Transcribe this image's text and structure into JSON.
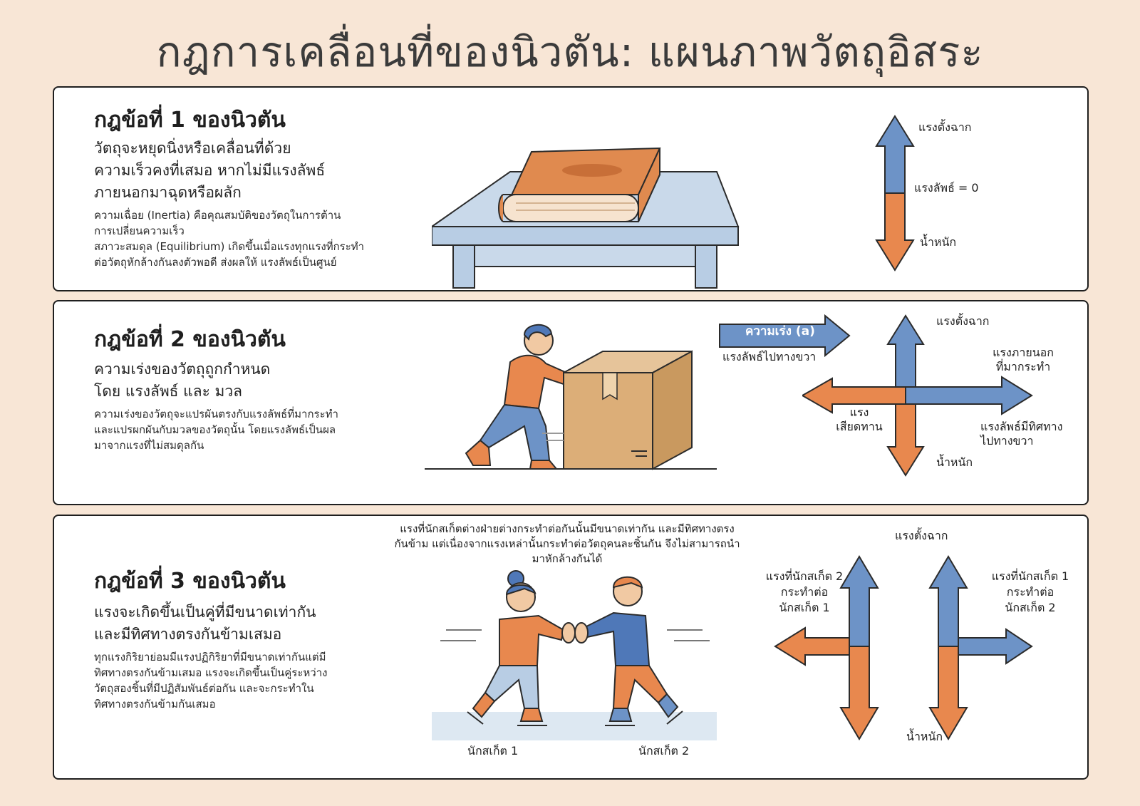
{
  "title": "กฎการเคลื่อนที่ของนิวตัน: แผนภาพวัตถุอิสระ",
  "colors": {
    "blue": "#6d93c7",
    "orange": "#e8884e",
    "background": "#f8e6d6",
    "panel": "#ffffff"
  },
  "law1": {
    "title": "กฎข้อที่ 1 ของนิวตัน",
    "subtitle": [
      "วัตถุจะหยุดนิ่งหรือเคลื่อนที่ด้วย",
      "ความเร็วคงที่เสมอ หากไม่มีแรงลัพธ์",
      "ภายนอกมาฉุดหรือผลัก"
    ],
    "body": [
      "ความเฉื่อย (Inertia) คือคุณสมบัติของวัตถุในการต้าน",
      "การเปลี่ยนความเร็ว",
      "สภาวะสมดุล (Equilibrium) เกิดขึ้นเมื่อแรงทุกแรงที่กระทำ",
      "ต่อวัตถุหักล้างกันลงตัวพอดี ส่งผลให้ แรงลัพธ์เป็นศูนย์"
    ],
    "labels": {
      "normal": "แรงตั้งฉาก",
      "net": "แรงลัพธ์ = 0",
      "weight": "น้ำหนัก"
    }
  },
  "law2": {
    "title": "กฎข้อที่ 2 ของนิวตัน",
    "subtitle": [
      "ความเร่งของวัตถุถูกกำหนด",
      "โดย แรงลัพธ์ และ มวล"
    ],
    "body": [
      "ความเร่งของวัตถุจะแปรผันตรงกับแรงลัพธ์ที่มากระทำ",
      "และแปรผกผันกับมวลของวัตถุนั้น โดยแรงลัพธ์เป็นผล",
      "มาจากแรงที่ไม่สมดุลกัน"
    ],
    "labels": {
      "acceleration": "ความเร่ง (a)",
      "net_right": "แรงลัพธ์ไปทางขวา",
      "normal": "แรงตั้งฉาก",
      "applied": [
        "แรงภายนอก",
        "ที่มากระทำ"
      ],
      "friction": [
        "แรง",
        "เสียดทาน"
      ],
      "net_direction": [
        "แรงลัพธ์มีทิศทาง",
        "ไปทางขวา"
      ],
      "weight": "น้ำหนัก"
    }
  },
  "law3": {
    "title": "กฎข้อที่ 3 ของนิวตัน",
    "subtitle": [
      "แรงจะเกิดขึ้นเป็นคู่ที่มีขนาดเท่ากัน",
      "และมีทิศทางตรงกันข้ามเสมอ"
    ],
    "body": [
      "ทุกแรงกิริยาย่อมมีแรงปฏิกิริยาที่มีขนาดเท่ากันแต่มี",
      "ทิศทางตรงกันข้ามเสมอ แรงจะเกิดขึ้นเป็นคู่ระหว่าง",
      "วัตถุสองชิ้นที่มีปฏิสัมพันธ์ต่อกัน และจะกระทำใน",
      "ทิศทางตรงกันข้ามกันเสมอ"
    ],
    "caption": [
      "แรงที่นักสเก็ตต่างฝ่ายต่างกระทำต่อกันนั้นมีขนาดเท่ากัน และมีทิศทางตรง",
      "กันข้าม แต่เนื่องจากแรงเหล่านั้นกระทำต่อวัตถุคนละชิ้นกัน จึงไม่สามารถนำ",
      "มาหักล้างกันได้"
    ],
    "skater1": "นักสเก็ต 1",
    "skater2": "นักสเก็ต 2",
    "labels": {
      "normal": "แรงตั้งฉาก",
      "force_2_on_1": [
        "แรงที่นักสเก็ต 2",
        "กระทำต่อ",
        "นักสเก็ต 1"
      ],
      "force_1_on_2": [
        "แรงที่นักสเก็ต 1",
        "กระทำต่อ",
        "นักสเก็ต 2"
      ],
      "weight": "น้ำหนัก"
    }
  }
}
